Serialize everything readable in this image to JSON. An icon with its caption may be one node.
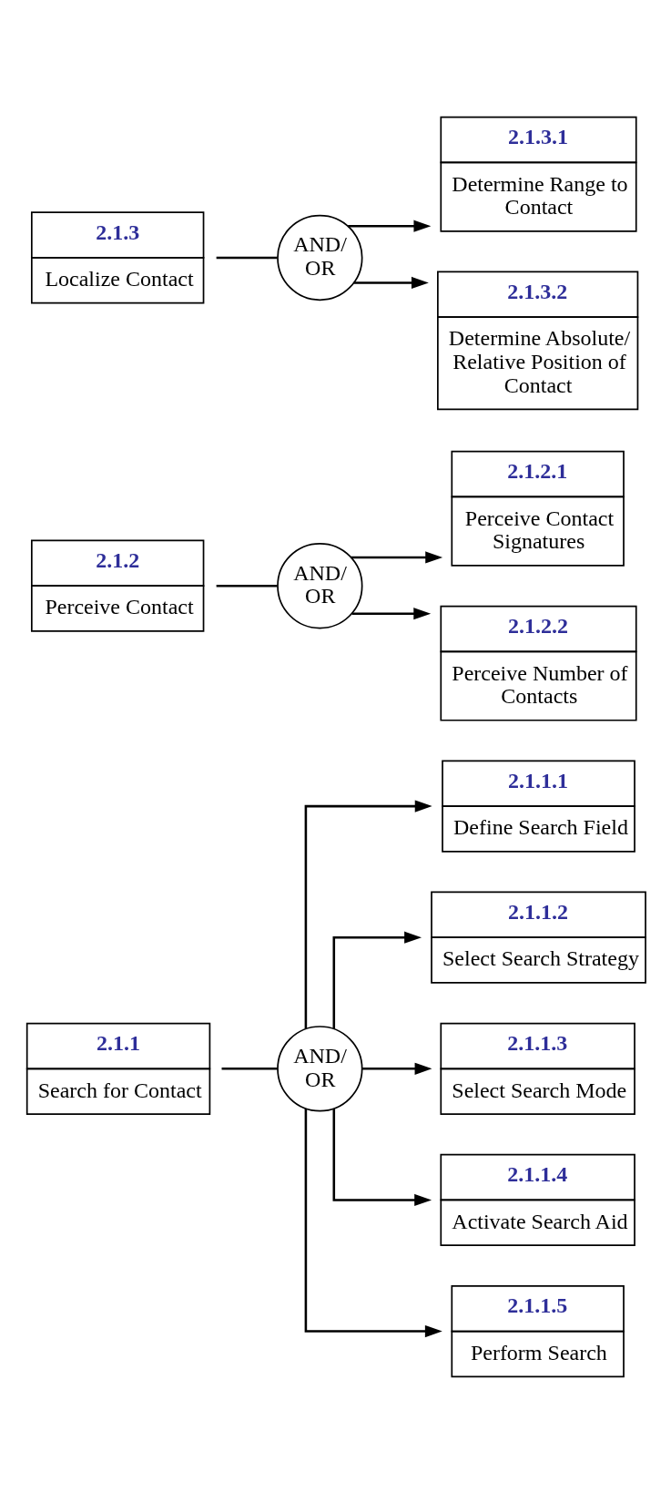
{
  "diagram": {
    "nodes": [
      {
        "text": [
          "2.1.1",
          "Search for Contact"
        ]
      },
      {
        "text": [
          "AND/ OR"
        ]
      },
      {
        "text": [
          "2.1.1.1",
          "Define Search Field"
        ]
      },
      {
        "text": [
          "2.1.1.2",
          "Select Search Strategy"
        ]
      },
      {
        "text": [
          "2.1.1.3",
          "Select Search Mode"
        ]
      },
      {
        "text": [
          "2.1.1.4",
          "Activate Search Aid"
        ]
      },
      {
        "text": [
          "2.1.1.5",
          "Perform Search"
        ]
      },
      {
        "text": [
          "2.1.2",
          "Perceive Contact"
        ]
      },
      {
        "text": [
          "AND/ OR"
        ]
      },
      {
        "text": [
          "2.1.2.1",
          "Perceive Contact Signatures"
        ]
      },
      {
        "text": [
          "2.1.2.2",
          "Perceive Number of Contacts"
        ]
      },
      {
        "text": [
          "2.1.3",
          "Localize Contact"
        ]
      },
      {
        "text": [
          "AND/ OR"
        ]
      },
      {
        "text": [
          "2.1.3.1",
          "Determine Range to Contact"
        ]
      },
      {
        "text": [
          "2.1.3.2",
          "Determine Absolute/ Relative Position of Contact"
        ]
      }
    ],
    "edges": [
      {
        "from": 0,
        "to": 1,
        "arrow": "none"
      },
      {
        "from": 1,
        "to": 2,
        "arrow": "to"
      },
      {
        "from": 1,
        "to": 3,
        "arrow": "to"
      },
      {
        "from": 1,
        "to": 4,
        "arrow": "to"
      },
      {
        "from": 1,
        "to": 5,
        "arrow": "to"
      },
      {
        "from": 1,
        "to": 6,
        "arrow": "to"
      },
      {
        "from": 7,
        "to": 8,
        "arrow": "none"
      },
      {
        "from": 8,
        "to": 9,
        "arrow": "to"
      },
      {
        "from": 8,
        "to": 10,
        "arrow": "to"
      },
      {
        "from": 11,
        "to": 12,
        "arrow": "none"
      },
      {
        "from": 12,
        "to": 13,
        "arrow": "to"
      },
      {
        "from": 12,
        "to": 14,
        "arrow": "to"
      }
    ]
  }
}
